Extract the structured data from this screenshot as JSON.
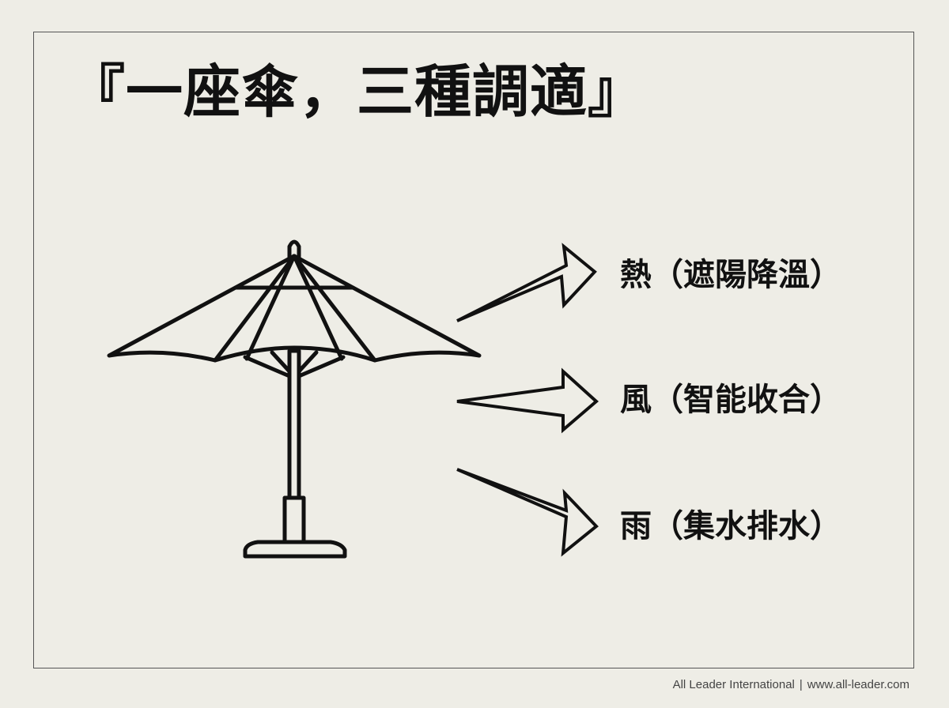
{
  "title": "『一座傘，三種調適』",
  "labels": {
    "heat": "熱（遮陽降溫）",
    "wind": "風（智能收合）",
    "rain": "雨（集水排水）"
  },
  "footer": {
    "company": "All Leader International",
    "separator": "|",
    "website": "www.all-leader.com"
  },
  "colors": {
    "background": "#eeede6",
    "ink": "#111111"
  }
}
